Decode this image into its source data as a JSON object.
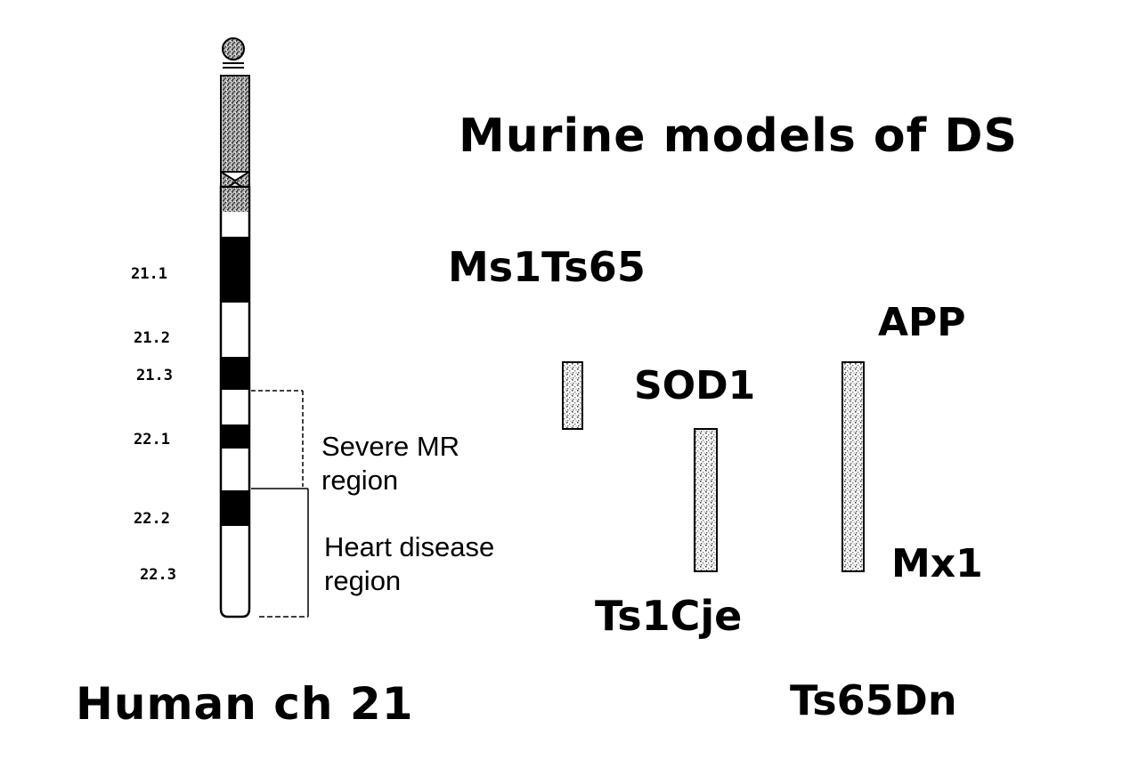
{
  "title": "Murine models of DS",
  "chromosome": {
    "label": "Human ch 21",
    "bands": [
      "21.1",
      "21.2",
      "21.3",
      "22.1",
      "22.2",
      "22.3"
    ]
  },
  "regions": {
    "severe_mr": "Severe MR region",
    "heart_disease": "Heart disease region"
  },
  "models": {
    "ms1ts65": "Ms1Ts65",
    "ts1cje": "Ts1Cje",
    "ts65dn": "Ts65Dn"
  },
  "genes": {
    "sod1": "SOD1",
    "app": "APP",
    "mx1": "Mx1"
  },
  "colors": {
    "ink": "#000000",
    "background": "#ffffff",
    "stipple": "#9a9a9a"
  }
}
